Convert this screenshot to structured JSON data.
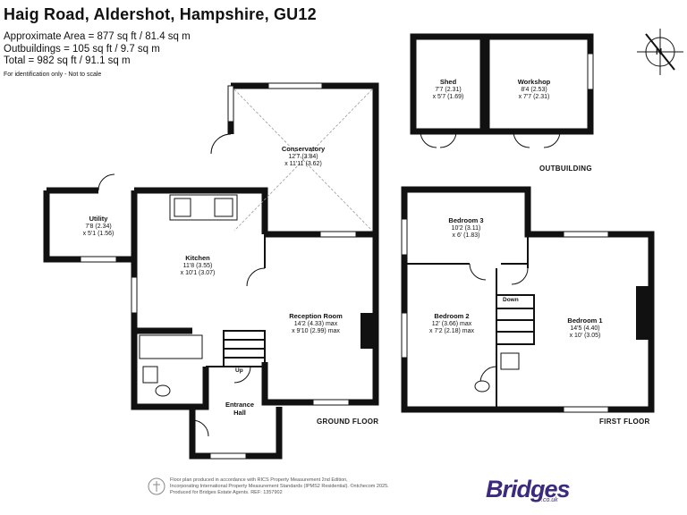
{
  "header": {
    "title": "Haig Road, Aldershot, Hampshire, GU12",
    "area_line": "Approximate Area = 877 sq ft / 81.4 sq m",
    "outbuildings_line": "Outbuildings = 105 sq ft / 9.7 sq m",
    "total_line": "Total = 982 sq ft / 91.1 sq m",
    "note": "For identification only - Not to scale"
  },
  "rooms": {
    "shed": {
      "name": "Shed",
      "dim1": "7'7 (2.31)",
      "dim2": "x 5'7 (1.69)"
    },
    "workshop": {
      "name": "Workshop",
      "dim1": "8'4 (2.53)",
      "dim2": "x 7'7 (2.31)"
    },
    "conservatory": {
      "name": "Conservatory",
      "dim1": "12'7 (3.84)",
      "dim2": "x 11'11 (3.62)"
    },
    "utility": {
      "name": "Utility",
      "dim1": "7'8 (2.34)",
      "dim2": "x 5'1 (1.56)"
    },
    "kitchen": {
      "name": "Kitchen",
      "dim1": "11'8 (3.55)",
      "dim2": "x 10'1 (3.07)"
    },
    "reception": {
      "name": "Reception Room",
      "dim1": "14'2 (4.33) max",
      "dim2": "x 9'10 (2.99) max"
    },
    "hall": {
      "name": "Entrance",
      "dim1": "Hall"
    },
    "bedroom3": {
      "name": "Bedroom 3",
      "dim1": "10'2 (3.11)",
      "dim2": "x 6' (1.83)"
    },
    "bedroom2": {
      "name": "Bedroom 2",
      "dim1": "12' (3.66) max",
      "dim2": "x 7'2 (2.18) max"
    },
    "bedroom1": {
      "name": "Bedroom 1",
      "dim1": "14'5 (4.40)",
      "dim2": "x 10' (3.05)"
    }
  },
  "stair_labels": {
    "up": "Up",
    "down": "Down"
  },
  "sections": {
    "outbuilding": "OUTBUILDING",
    "ground": "GROUND FLOOR",
    "first": "FIRST FLOOR"
  },
  "compass": {
    "letter": "N"
  },
  "footer": {
    "line1": "Floor plan produced in accordance with RICS Property Measurement 2nd Edition,",
    "line2": "Incorporating International Property Measurement Standards (IPMS2 Residential). ©ntchecom 2025.",
    "line3": "Produced for Bridges Estate Agents.  REF: 1357902"
  },
  "logo": {
    "name": "Bridges",
    "domain": ".co.uk",
    "color": "#3c2a7e"
  }
}
